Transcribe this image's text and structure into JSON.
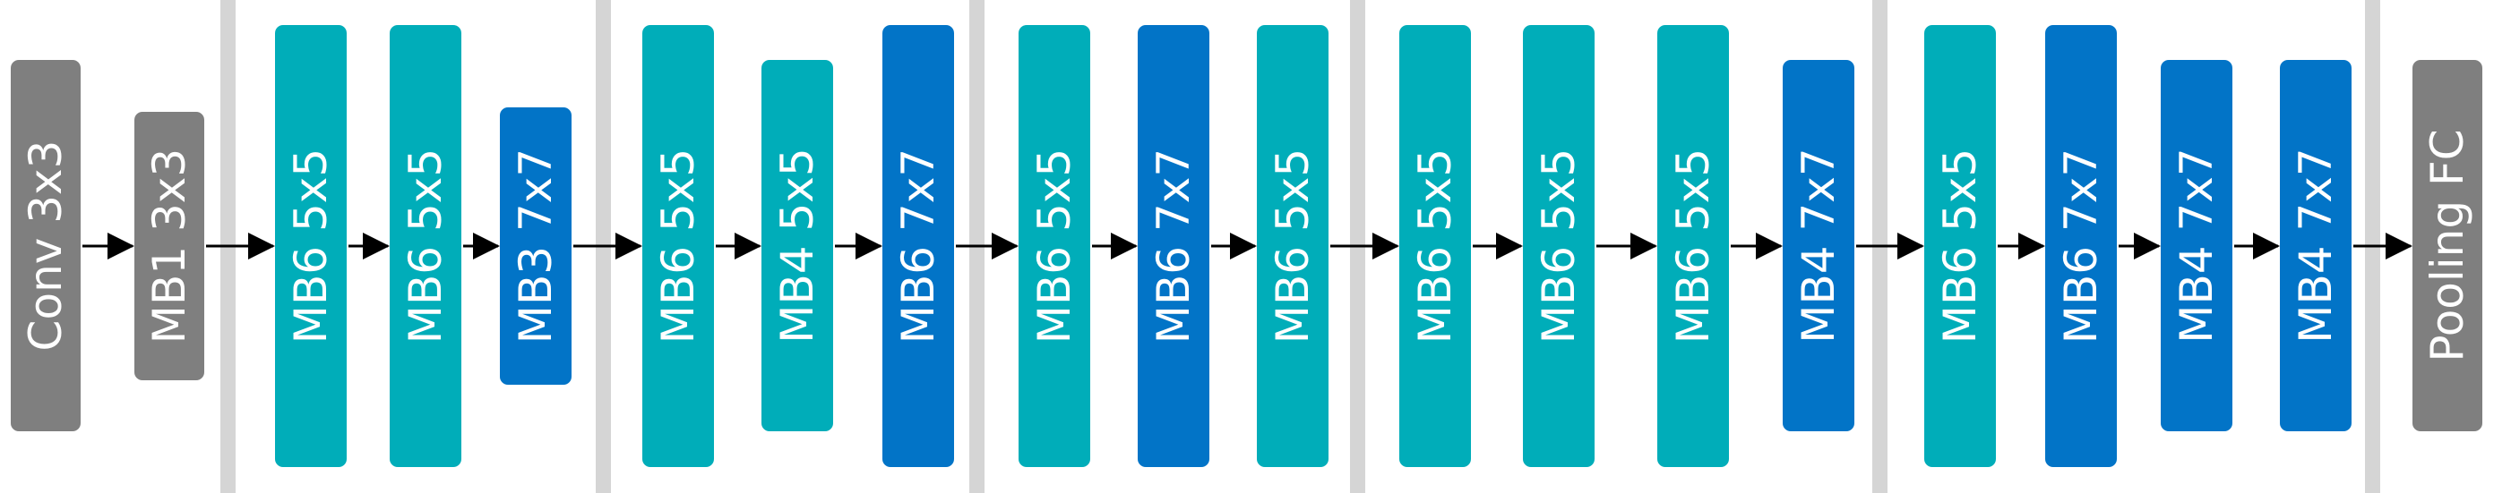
{
  "colors": {
    "separator": "#d5d5d5",
    "gray": "#7f7f7f",
    "teal": "#00adb9",
    "blue": "#0274c7",
    "arrow": "#000000",
    "text": "#ffffff"
  },
  "blocks": [
    {
      "id": "conv-3x3",
      "label": "Conv 3x3",
      "color": "gray"
    },
    {
      "id": "mb1-3x3",
      "label": "MB1 3x3",
      "color": "gray"
    },
    {
      "id": "mb6-5x5-a",
      "label": "MB6 5x5",
      "color": "teal"
    },
    {
      "id": "mb6-5x5-b",
      "label": "MB6 5x5",
      "color": "teal"
    },
    {
      "id": "mb3-7x7",
      "label": "MB3 7x7",
      "color": "blue"
    },
    {
      "id": "mb6-5x5-c",
      "label": "MB6 5x5",
      "color": "teal"
    },
    {
      "id": "mb4-5x5",
      "label": "MB4 5x5",
      "color": "teal"
    },
    {
      "id": "mb6-7x7-a",
      "label": "MB6 7x7",
      "color": "blue"
    },
    {
      "id": "mb6-5x5-d",
      "label": "MB6 5x5",
      "color": "teal"
    },
    {
      "id": "mb6-7x7-b",
      "label": "MB6 7x7",
      "color": "blue"
    },
    {
      "id": "mb6-5x5-e",
      "label": "MB6 5x5",
      "color": "teal"
    },
    {
      "id": "mb6-5x5-f",
      "label": "MB6 5x5",
      "color": "teal"
    },
    {
      "id": "mb6-5x5-g",
      "label": "MB6 5x5",
      "color": "teal"
    },
    {
      "id": "mb6-5x5-h",
      "label": "MB6 5x5",
      "color": "teal"
    },
    {
      "id": "mb4-7x7-a",
      "label": "MB4 7x7",
      "color": "blue"
    },
    {
      "id": "mb6-5x5-i",
      "label": "MB6 5x5",
      "color": "teal"
    },
    {
      "id": "mb6-7x7-c",
      "label": "MB6 7x7",
      "color": "blue"
    },
    {
      "id": "mb4-7x7-b",
      "label": "MB4 7x7",
      "color": "blue"
    },
    {
      "id": "mb4-7x7-c",
      "label": "MB4 7x7",
      "color": "blue"
    },
    {
      "id": "pooling-fc",
      "label": "Pooling FC",
      "color": "gray"
    }
  ]
}
